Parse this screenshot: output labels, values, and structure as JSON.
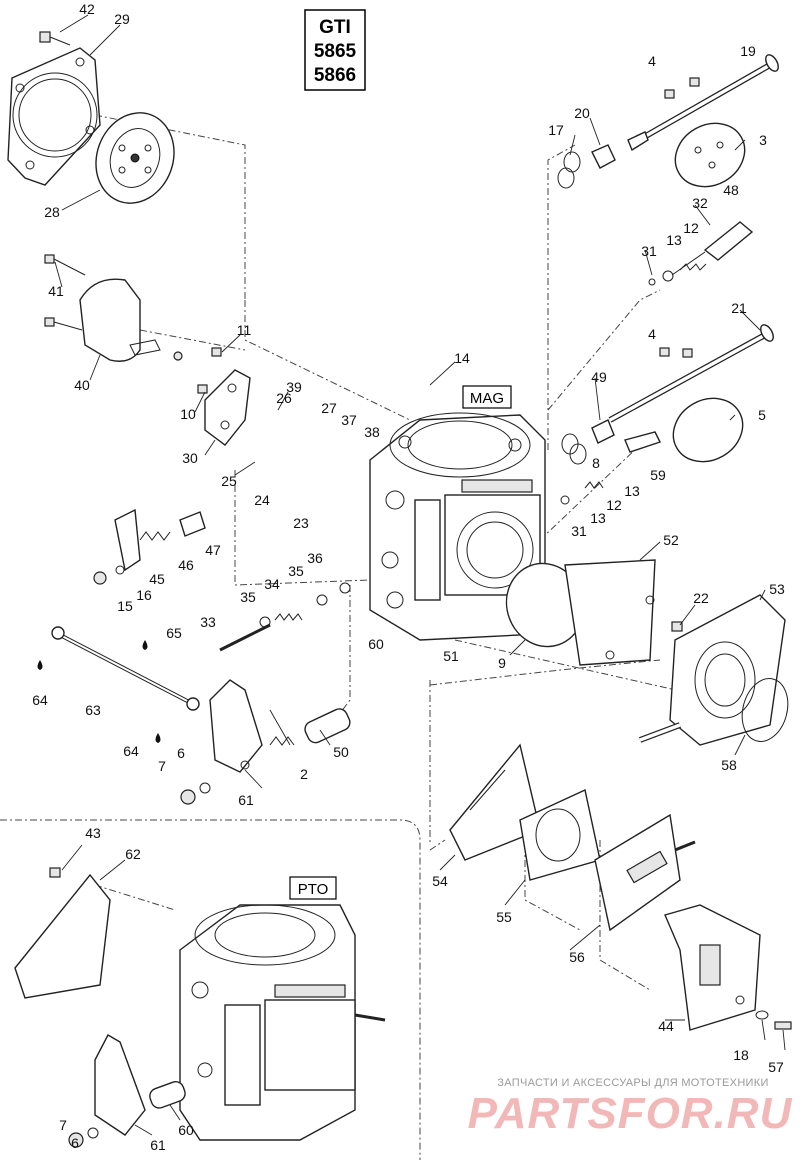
{
  "model_box": {
    "line1": "GTI",
    "line2": "5865",
    "line3": "5866"
  },
  "section_labels": {
    "mag": "MAG",
    "pto": "PTO"
  },
  "callouts": {
    "c1": "42",
    "c2": "29",
    "c3": "28",
    "c4": "41",
    "c5": "40",
    "c6": "11",
    "c7": "10",
    "c8": "30",
    "c9": "14",
    "c10": "39",
    "c11": "26",
    "c12": "27",
    "c13": "37",
    "c14": "38",
    "c15": "25",
    "c16": "24",
    "c17": "23",
    "c18": "47",
    "c19": "46",
    "c20": "45",
    "c21": "15",
    "c22": "16",
    "c23": "36",
    "c24": "35",
    "c25": "34",
    "c26": "35",
    "c27": "33",
    "c28": "65",
    "c29": "64",
    "c30": "63",
    "c31": "64",
    "c32": "6",
    "c33": "7",
    "c34": "61",
    "c35": "2",
    "c36": "50",
    "c37": "60",
    "c38": "51",
    "c39": "19",
    "c40": "4",
    "c41": "20",
    "c42": "17",
    "c43": "3",
    "c44": "48",
    "c45": "32",
    "c46": "12",
    "c47": "13",
    "c48": "31",
    "c49": "21",
    "c50": "4",
    "c51": "49",
    "c52": "5",
    "c53": "8",
    "c54": "59",
    "c55": "13",
    "c56": "12",
    "c57": "31",
    "c58": "13",
    "c59": "52",
    "c60": "53",
    "c61": "22",
    "c62": "9",
    "c63": "58",
    "c64": "54",
    "c65": "55",
    "c66": "56",
    "c67": "44",
    "c68": "18",
    "c69": "57",
    "c70": "43",
    "c71": "62",
    "c72": "7",
    "c73": "6",
    "c74": "61",
    "c75": "60"
  },
  "watermark": {
    "line1": "ЗАПЧАСТИ И АКСЕССУАРЫ ДЛЯ МОТОТЕХНИКИ",
    "line2": "PARTSFOR.RU"
  }
}
